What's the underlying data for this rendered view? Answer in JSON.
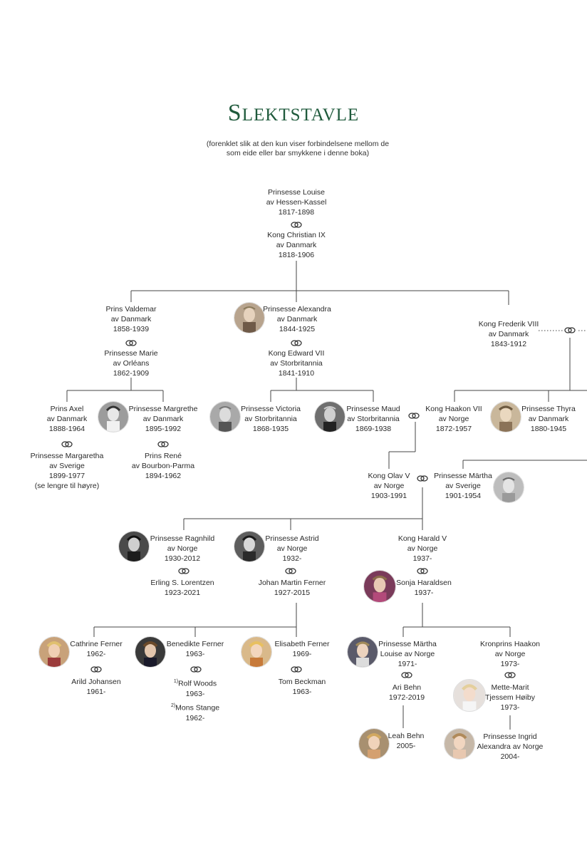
{
  "title": {
    "first": "S",
    "rest": "LEKTSTAVLE"
  },
  "subtitle": [
    "(forenklet slik at den kun viser forbindelsene mellom de",
    "som eide eller bar smykkene i denne boka)"
  ],
  "p_louise": [
    "Prinsesse Louise",
    "av Hessen-Kassel",
    "1817-1898"
  ],
  "p_christian": [
    "Kong Christian IX",
    "av Danmark",
    "1818-1906"
  ],
  "p_valdemar": [
    "Prins Valdemar",
    "av Danmark",
    "1858-1939"
  ],
  "p_marie": [
    "Prinsesse Marie",
    "av Orléans",
    "1862-1909"
  ],
  "p_alexandra": [
    "Prinsesse Alexandra",
    "av Danmark",
    "1844-1925"
  ],
  "p_edward": [
    "Kong Edward VII",
    "av Storbritannia",
    "1841-1910"
  ],
  "p_frederik": [
    "Kong Frederik VIII",
    "av Danmark",
    "1843-1912"
  ],
  "p_axel": [
    "Prins Axel",
    "av Danmark",
    "1888-1964"
  ],
  "p_margaretha": [
    "Prinsesse Margaretha",
    "av Sverige",
    "1899-1977",
    "(se lengre til høyre)"
  ],
  "p_margrethe": [
    "Prinsesse Margrethe",
    "av Danmark",
    "1895-1992"
  ],
  "p_rene": [
    "Prins René",
    "av Bourbon-Parma",
    "1894-1962"
  ],
  "p_victoria": [
    "Prinsesse Victoria",
    "av Storbritannia",
    "1868-1935"
  ],
  "p_maud": [
    "Prinsesse Maud",
    "av Storbritannia",
    "1869-1938"
  ],
  "p_haakon7": [
    "Kong Haakon VII",
    "av Norge",
    "1872-1957"
  ],
  "p_thyra": [
    "Prinsesse Thyra",
    "av Danmark",
    "1880-1945"
  ],
  "p_olav": [
    "Kong Olav V",
    "av Norge",
    "1903-1991"
  ],
  "p_martha": [
    "Prinsesse Märtha",
    "av Sverige",
    "1901-1954"
  ],
  "p_ragnhild": [
    "Prinsesse Ragnhild",
    "av Norge",
    "1930-2012"
  ],
  "p_lorentzen": [
    "Erling S. Lorentzen",
    "1923-2021"
  ],
  "p_astrid": [
    "Prinsesse Astrid",
    "av Norge",
    "1932-"
  ],
  "p_ferner": [
    "Johan Martin Ferner",
    "1927-2015"
  ],
  "p_harald": [
    "Kong Harald V",
    "av Norge",
    "1937-"
  ],
  "p_sonja": [
    "Sonja Haraldsen",
    "1937-"
  ],
  "p_cathrine": [
    "Cathrine Ferner",
    "1962-"
  ],
  "p_arild": [
    "Arild Johansen",
    "1961-"
  ],
  "p_benedikte": [
    "Benedikte Ferner",
    "1963-"
  ],
  "p_rolf": {
    "sup": "1)",
    "name": "Rolf Woods",
    "years": "1963-"
  },
  "p_mons": {
    "sup": "2)",
    "name": "Mons Stange",
    "years": "1962-"
  },
  "p_elisabeth": [
    "Elisabeth Ferner",
    "1969-"
  ],
  "p_tom": [
    "Tom Beckman",
    "1963-"
  ],
  "p_marthalouise": [
    "Prinsesse Märtha",
    "Louise av Norge",
    "1971-"
  ],
  "p_ari": [
    "Ari Behn",
    "1972-2019"
  ],
  "p_leah": [
    "Leah Behn",
    "2005-"
  ],
  "p_haakon": [
    "Kronprins Haakon",
    "av Norge",
    "1973-"
  ],
  "p_mettemarit": [
    "Mette-Marit",
    "Tjessem Høiby",
    "1973-"
  ],
  "p_ingrid": [
    "Prinsesse Ingrid",
    "Alexandra av Norge",
    "2004-"
  ],
  "colors": {
    "title": "#1f5a3c",
    "line": "#444444",
    "text": "#2a2a2a"
  }
}
